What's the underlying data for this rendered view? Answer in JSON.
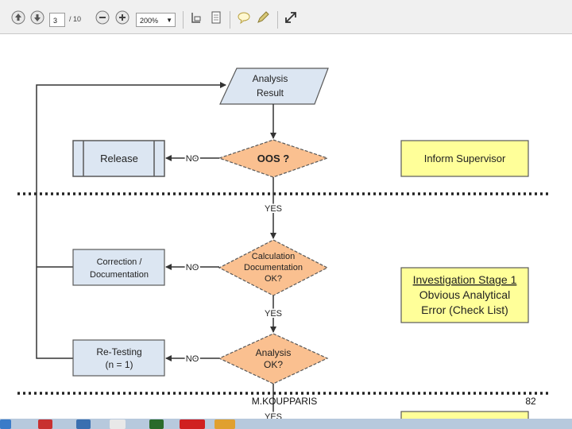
{
  "toolbar": {
    "page_current": "3",
    "page_total": "/ 10",
    "zoom": "200%"
  },
  "flowchart": {
    "analysis_result": [
      "Analysis",
      "Result"
    ],
    "release": "Release",
    "oos": "OOS ?",
    "inform_supervisor": "Inform Supervisor",
    "correction": [
      "Correction /",
      "Documentation"
    ],
    "calc_doc": [
      "Calculation",
      "Documentation",
      "OK?"
    ],
    "investigation": [
      "Investigation Stage 1",
      "Obvious Analytical",
      "Error (Check List)"
    ],
    "retesting": [
      "Re-Testing",
      "(n = 1)"
    ],
    "analysis_ok": [
      "Analysis",
      "OK?"
    ],
    "no_label": "NO",
    "yes_label": "YES"
  },
  "footer": {
    "author": "M.KOUPPARIS",
    "page_number": "82"
  },
  "colors": {
    "blue_fill": "#dce6f2",
    "orange_fill": "#fac090",
    "yellow_fill": "#ffff99",
    "stroke": "#595959"
  }
}
